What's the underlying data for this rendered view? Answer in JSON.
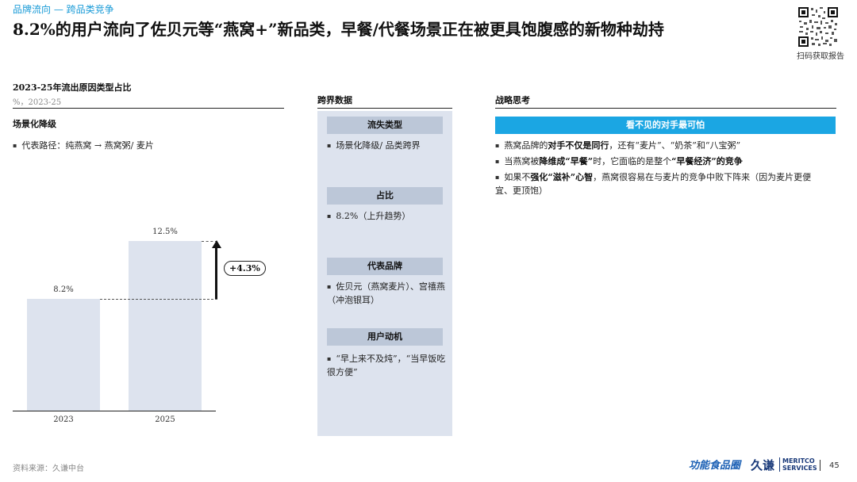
{
  "header": {
    "breadcrumb": "品牌流向 — 跨品类竞争",
    "title": "8.2%的用户流向了佐贝元等“燕窝+”新品类，早餐/代餐场景正在被更具饱腹感的新物种劫持"
  },
  "qr": {
    "caption": "扫码获取报告"
  },
  "left": {
    "title": "2023-25年流出原因类型占比",
    "subtitle": "%，2023-25",
    "section": "场景化降级",
    "bullet": "代表路径：纯燕窝 → 燕窝粥/ 麦片"
  },
  "chart_data": {
    "type": "bar",
    "categories": [
      "2023",
      "2025"
    ],
    "values": [
      8.2,
      12.5
    ],
    "value_labels": [
      "8.2%",
      "12.5%"
    ],
    "delta_label": "+4.3%",
    "ylim": [
      0,
      14
    ]
  },
  "middle": {
    "title": "跨界数据",
    "blocks": [
      {
        "head": "流失类型",
        "text": "场景化降级/ 品类跨界"
      },
      {
        "head": "占比",
        "text": "8.2%（上升趋势）"
      },
      {
        "head": "代表品牌",
        "text": "佐贝元（燕窝麦片）、宫禧燕（冲泡银耳）"
      },
      {
        "head": "用户动机",
        "text": "“早上来不及炖”，“当早饭吃很方便”"
      }
    ]
  },
  "right": {
    "title": "战略思考",
    "banner": "看不见的对手最可怕",
    "bullets": [
      {
        "a": "燕窝品牌的",
        "b": "对手不仅是同行",
        "c": "，还有“麦片”、“奶茶”和“八宝粥”"
      },
      {
        "a": "当燕窝被",
        "b": "降维成“早餐”",
        "c": "时，它面临的是整个",
        "d": "“早餐经济”的竞争"
      },
      {
        "a": "如果不",
        "b": "强化“滋补”心智",
        "c": "，燕窝很容易在与麦片的竞争中败下阵来（因为麦片更便宜、更顶饱）"
      }
    ]
  },
  "footer": {
    "source": "资料来源：久谦中台",
    "logo1": "功能食品圈",
    "logo2": "久谦",
    "logo3a": "MERITCO",
    "logo3b": "SERVICES",
    "page": "45"
  }
}
